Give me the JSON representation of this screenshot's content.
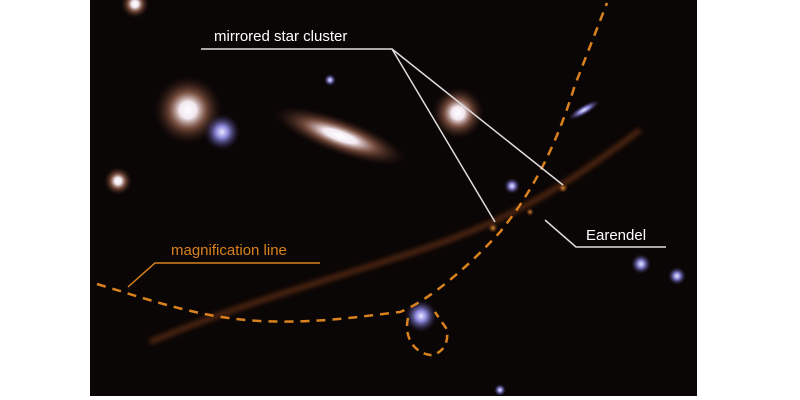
{
  "labels": {
    "mirrored_star_cluster": "mirrored star cluster",
    "earendel": "Earendel",
    "magnification_line": "magnification line"
  },
  "colors": {
    "sky": "#0b0606",
    "annotation_white": "#ffffff",
    "annotation_orange": "#d9821e"
  }
}
